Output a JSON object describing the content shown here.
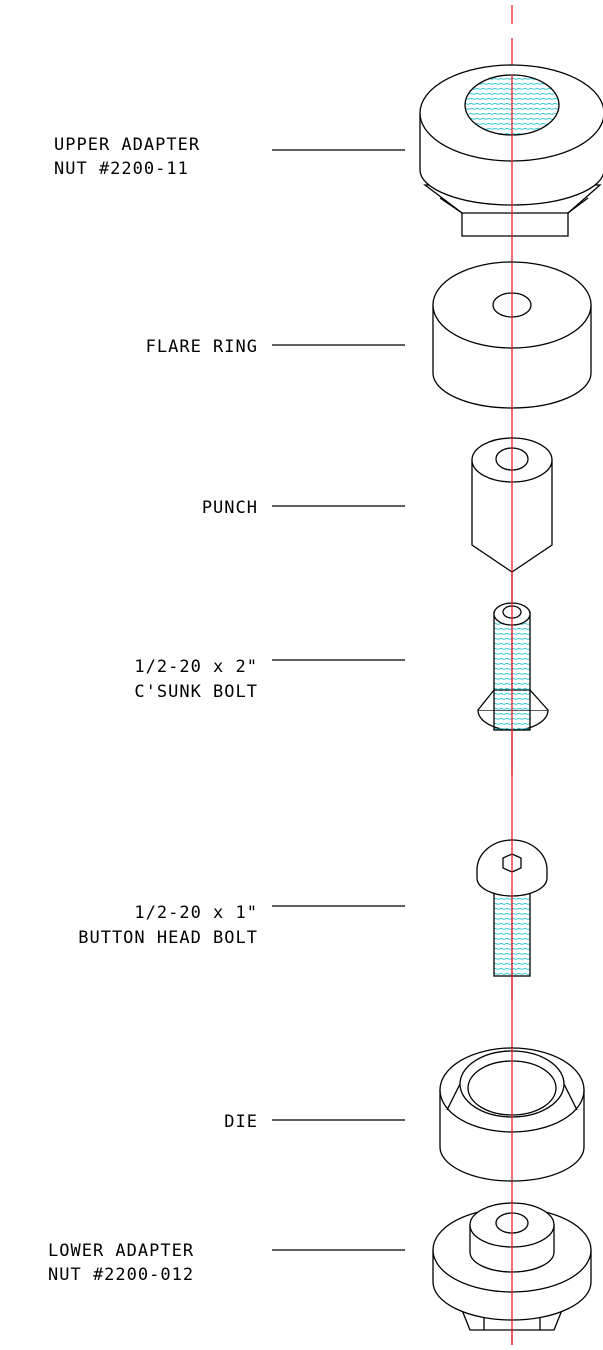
{
  "labels": {
    "upper_adapter_1": "UPPER ADAPTER",
    "upper_adapter_2": "NUT #2200-11",
    "flare_ring": "FLARE RING",
    "punch": "PUNCH",
    "csunk_bolt_1": "1/2-20 x 2\"",
    "csunk_bolt_2": "C'SUNK BOLT",
    "button_bolt_1": "1/2-20 x 1\"",
    "button_bolt_2": "BUTTON HEAD BOLT",
    "die": "DIE",
    "lower_adapter_1": "LOWER ADAPTER",
    "lower_adapter_2": "NUT #2200-012"
  },
  "colors": {
    "axis": "#e0222a",
    "thread": "#2ec8d8",
    "line": "#000000"
  }
}
